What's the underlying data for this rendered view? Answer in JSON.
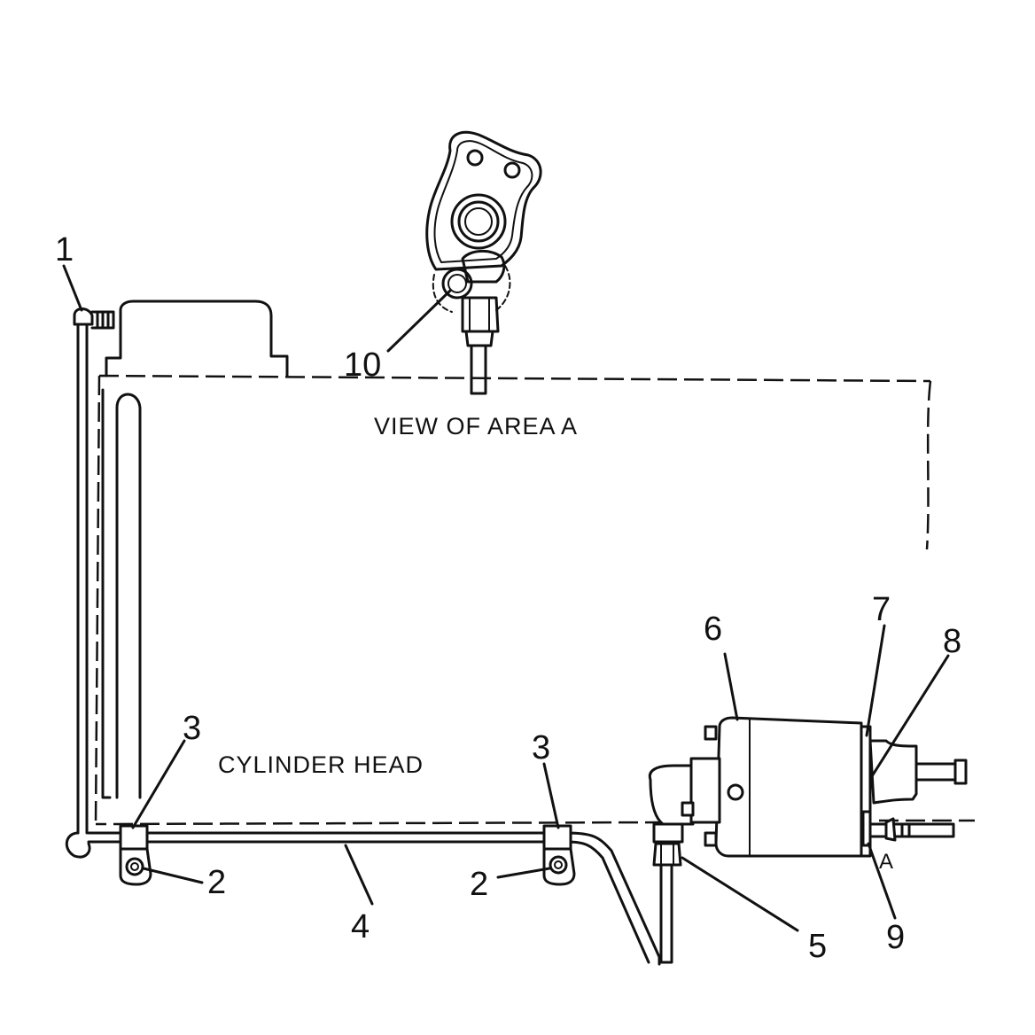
{
  "view_caption": "VIEW OF AREA A",
  "head_label": "CYLINDER HEAD",
  "area_marker": "A",
  "callouts": {
    "c1": "1",
    "c2a": "2",
    "c2b": "2",
    "c3a": "3",
    "c3b": "3",
    "c4": "4",
    "c5": "5",
    "c6": "6",
    "c7": "7",
    "c8": "8",
    "c9": "9",
    "c10": "10"
  }
}
